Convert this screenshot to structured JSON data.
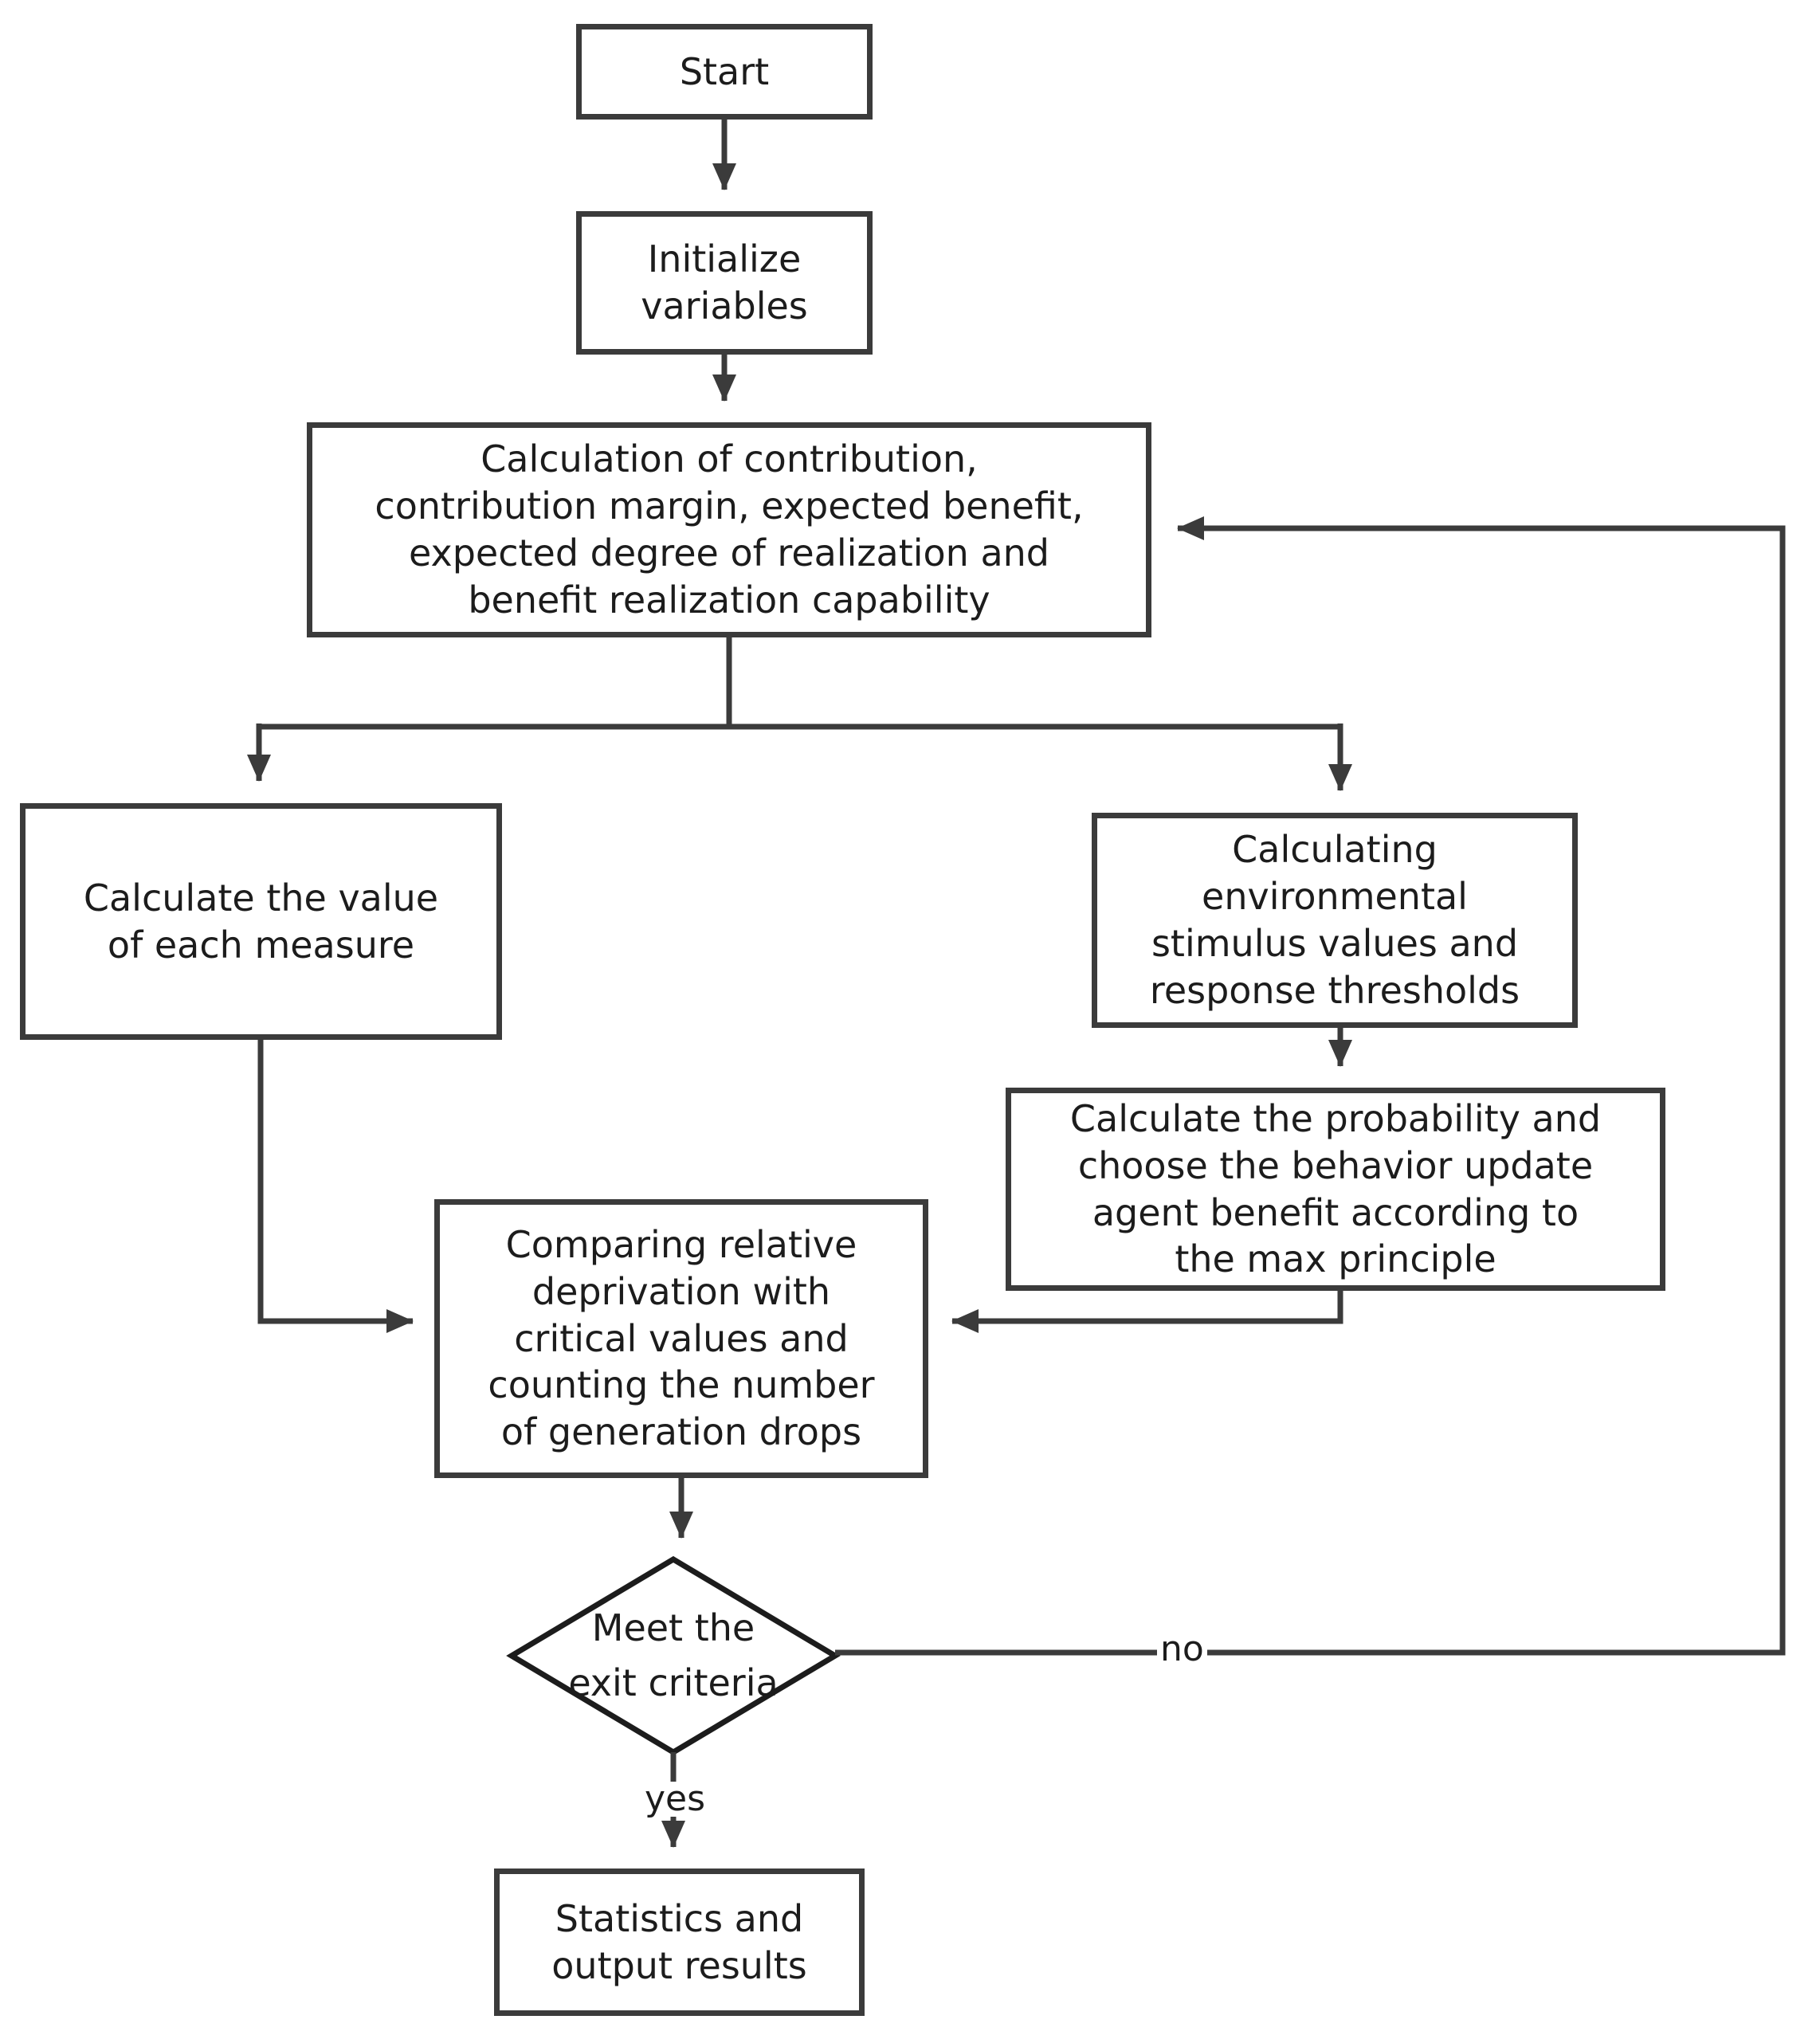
{
  "diagram": {
    "title": "Simulation algorithm flowchart",
    "stroke_color": "#3b3b3b",
    "text_color": "#1c1c1c",
    "background": "#ffffff"
  },
  "nodes": {
    "start": {
      "label": "Start",
      "shape": "rectangle"
    },
    "initialize": {
      "label": "Initialize\nvariables",
      "shape": "rectangle"
    },
    "calculation_main": {
      "label": "Calculation of contribution,\ncontribution margin, expected benefit,\nexpected degree of realization and\nbenefit realization capability",
      "shape": "rectangle"
    },
    "calculate_measure": {
      "label": "Calculate the value\nof each measure",
      "shape": "rectangle"
    },
    "calculating_environmental": {
      "label": "Calculating\nenvironmental\nstimulus values and\nresponse thresholds",
      "shape": "rectangle"
    },
    "calculate_probability": {
      "label": "Calculate the probability and\nchoose the behavior update\nagent benefit according to\nthe max principle",
      "shape": "rectangle"
    },
    "comparing_deprivation": {
      "label": "Comparing relative\ndeprivation with\ncritical values and\ncounting the number\nof generation drops",
      "shape": "rectangle"
    },
    "exit_decision": {
      "label": "Meet the\nexit criteria",
      "shape": "diamond"
    },
    "statistics_output": {
      "label": "Statistics and\noutput results",
      "shape": "rectangle"
    }
  },
  "edge_labels": {
    "no": "no",
    "yes": "yes"
  },
  "edges": [
    {
      "from": "start",
      "to": "initialize",
      "label": ""
    },
    {
      "from": "initialize",
      "to": "calculation_main",
      "label": ""
    },
    {
      "from": "calculation_main",
      "to": "calculate_measure",
      "label": ""
    },
    {
      "from": "calculation_main",
      "to": "calculating_environmental",
      "label": ""
    },
    {
      "from": "calculating_environmental",
      "to": "calculate_probability",
      "label": ""
    },
    {
      "from": "calculate_measure",
      "to": "comparing_deprivation",
      "label": ""
    },
    {
      "from": "calculate_probability",
      "to": "comparing_deprivation",
      "label": ""
    },
    {
      "from": "comparing_deprivation",
      "to": "exit_decision",
      "label": ""
    },
    {
      "from": "exit_decision",
      "to": "statistics_output",
      "label": "yes"
    },
    {
      "from": "exit_decision",
      "to": "calculation_main",
      "label": "no"
    }
  ]
}
